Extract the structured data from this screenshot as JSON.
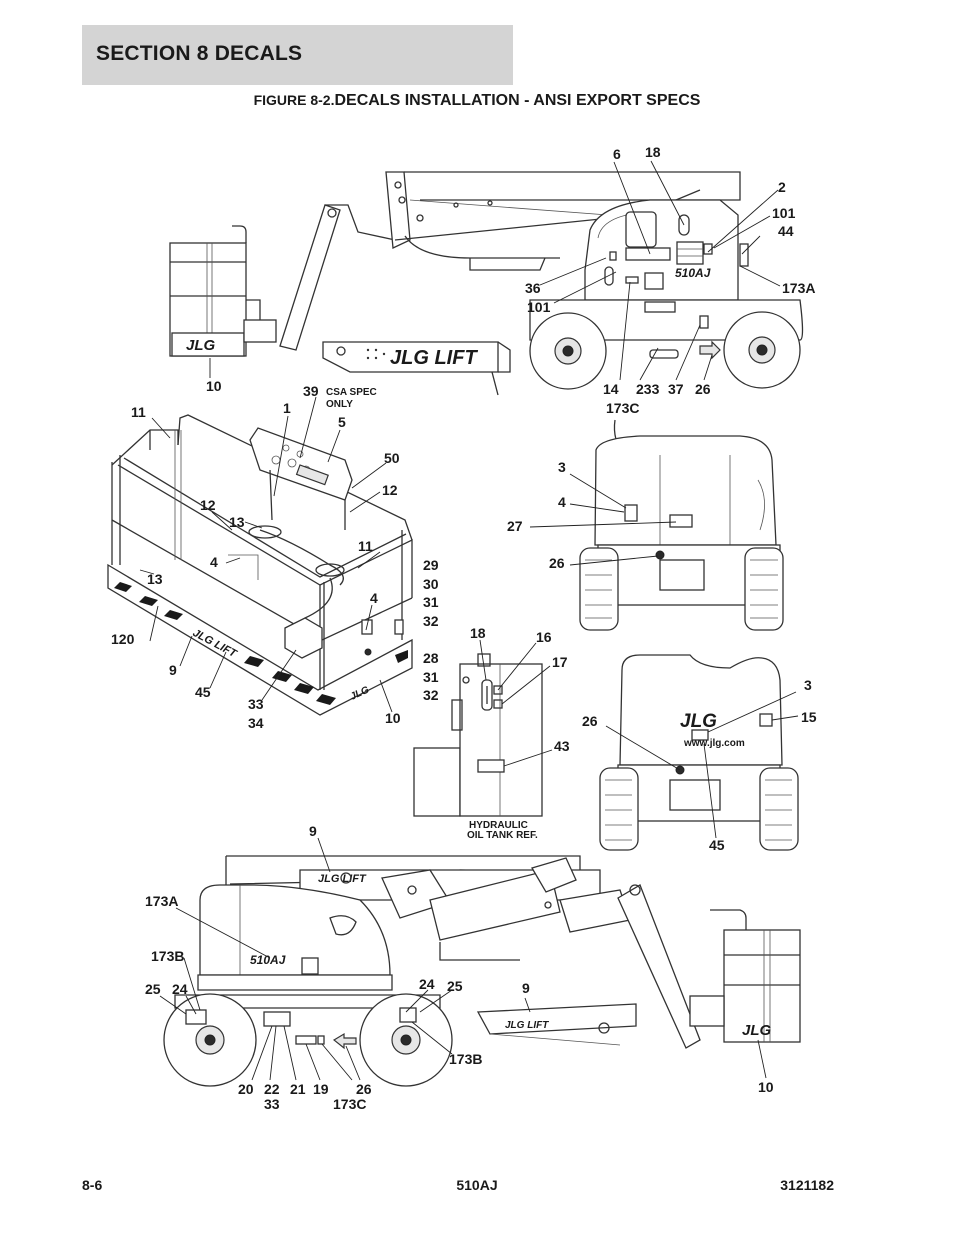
{
  "header": {
    "section": "SECTION 8   DECALS",
    "figure_number": "FIGURE 8-2.",
    "figure_title": "DECALS INSTALLATION - ANSI EXPORT SPECS"
  },
  "footer": {
    "page": "8-6",
    "model": "510AJ",
    "part_number": "3121182"
  },
  "drawing": {
    "brand_logo": "JLG",
    "brand_lift": "JLG LIFT",
    "model_decal": "510AJ",
    "web_decal": "www.jlg.com",
    "notes": {
      "csa_spec": [
        "CSA SPEC",
        "ONLY"
      ],
      "hydraulic": [
        "HYDRAULIC",
        "OIL TANK REF."
      ]
    },
    "callouts": {
      "side_right": [
        "6",
        "18",
        "2",
        "101",
        "44",
        "173A",
        "36",
        "101",
        "10",
        "14",
        "233",
        "37",
        "26",
        "173C"
      ],
      "platform": [
        "11",
        "1",
        "39",
        "5",
        "50",
        "12",
        "12",
        "13",
        "4",
        "11",
        "13",
        "4",
        "29",
        "30",
        "31",
        "32",
        "120",
        "9",
        "45",
        "33",
        "34",
        "10",
        "28",
        "31",
        "32"
      ],
      "rear": [
        "3",
        "4",
        "27",
        "26"
      ],
      "tank": [
        "18",
        "16",
        "17",
        "43"
      ],
      "front": [
        "3",
        "15",
        "26",
        "45"
      ],
      "side_left": [
        "9",
        "173A",
        "173B",
        "25",
        "24",
        "24",
        "25",
        "9",
        "173B",
        "20",
        "22",
        "33",
        "21",
        "19",
        "26",
        "173C",
        "10"
      ]
    }
  }
}
